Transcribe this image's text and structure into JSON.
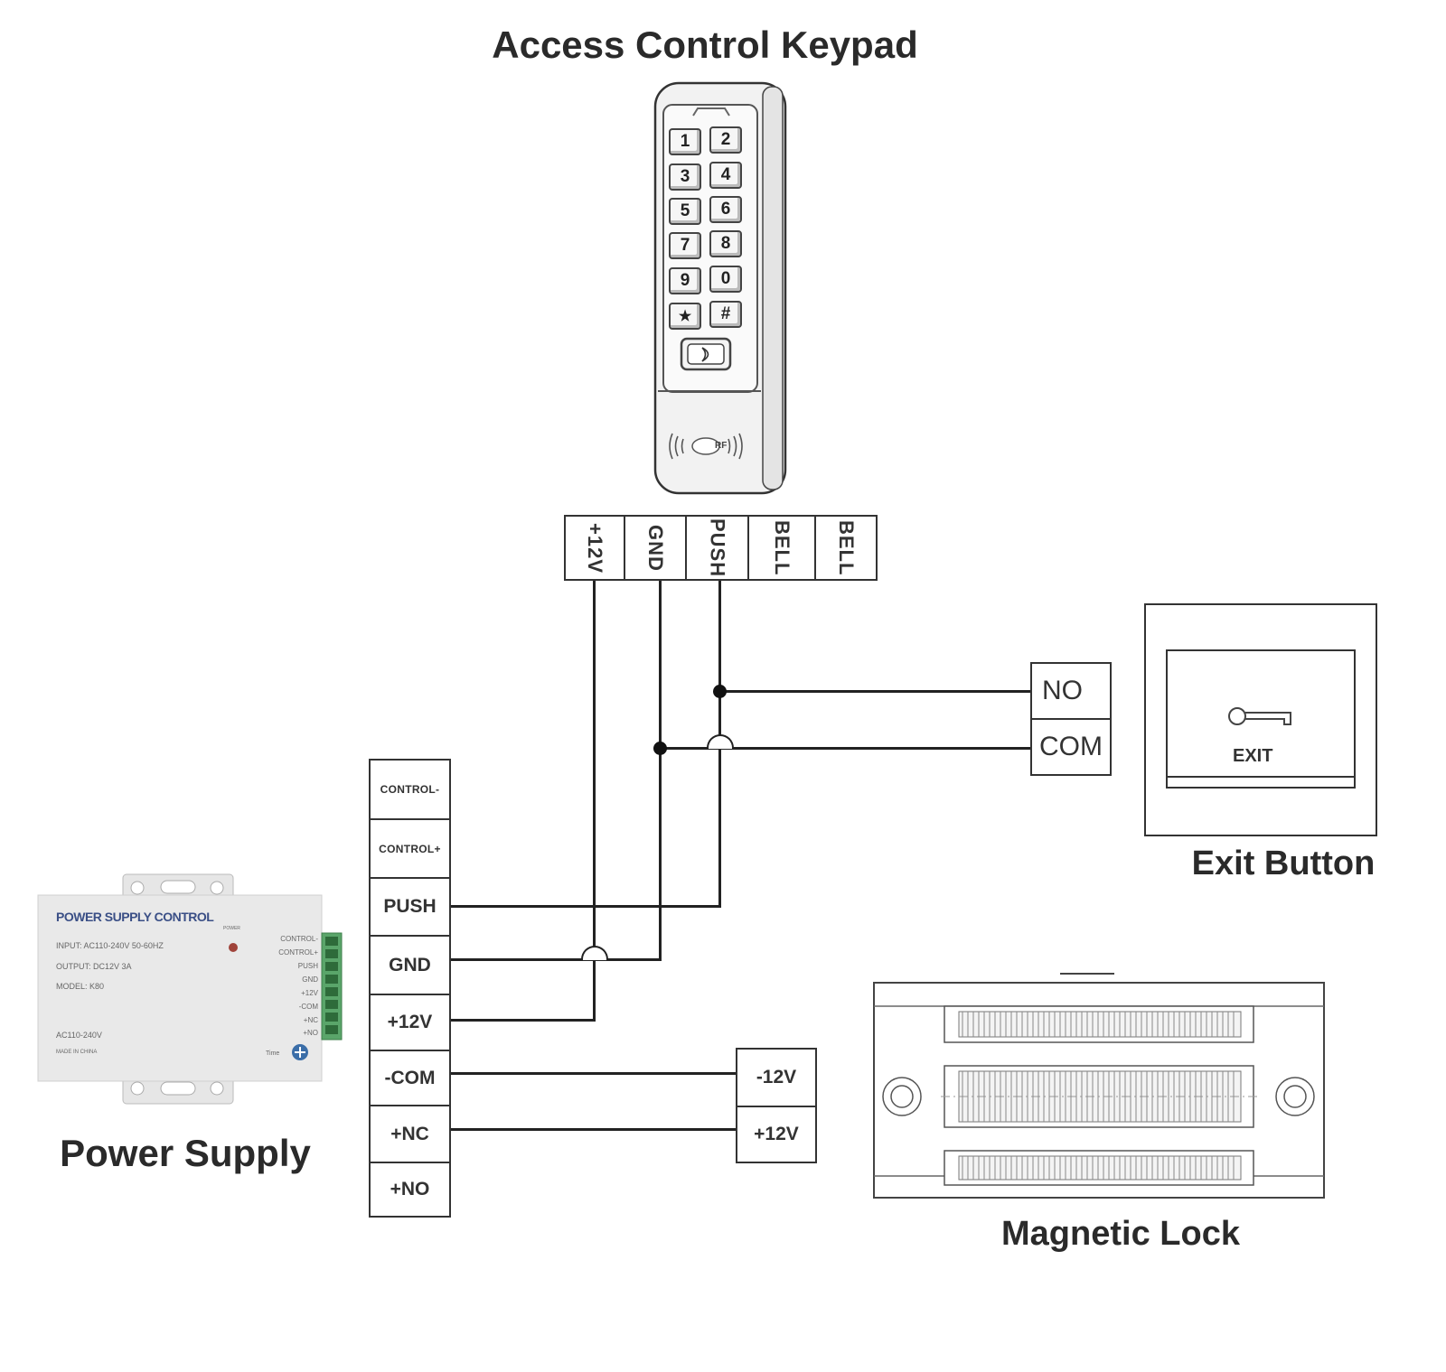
{
  "titles": {
    "keypad": "Access Control Keypad",
    "exit_button": "Exit Button",
    "power_supply": "Power Supply",
    "magnetic_lock": "Magnetic Lock"
  },
  "keypad": {
    "keys": [
      "1",
      "2",
      "3",
      "4",
      "5",
      "6",
      "7",
      "8",
      "9",
      "0",
      "★",
      "#"
    ],
    "rf_label": "RF",
    "terminals": [
      "+12V",
      "GND",
      "PUSH",
      "BELL",
      "BELL"
    ]
  },
  "exit_button": {
    "terminals": [
      "NO",
      "COM"
    ],
    "label": "EXIT"
  },
  "power_supply": {
    "device_title": "POWER SUPPLY CONTROL",
    "input": "INPUT: AC110-240V  50-60HZ",
    "output": "OUTPUT: DC12V  3A",
    "model": "MODEL: K80",
    "ac_label": "AC110-240V",
    "made_in": "MADE IN CHINA",
    "power_led_label": "POWER",
    "time_label": "Time",
    "device_terminals": [
      "CONTROL-",
      "CONTROL+",
      "PUSH",
      "GND",
      "+12V",
      "-COM",
      "+NC",
      "+NO"
    ],
    "terminals": [
      "CONTROL-",
      "CONTROL+",
      "PUSH",
      "GND",
      "+12V",
      "-COM",
      "+NC",
      "+NO"
    ]
  },
  "magnetic_lock": {
    "terminals": [
      "-12V",
      "+12V"
    ]
  }
}
